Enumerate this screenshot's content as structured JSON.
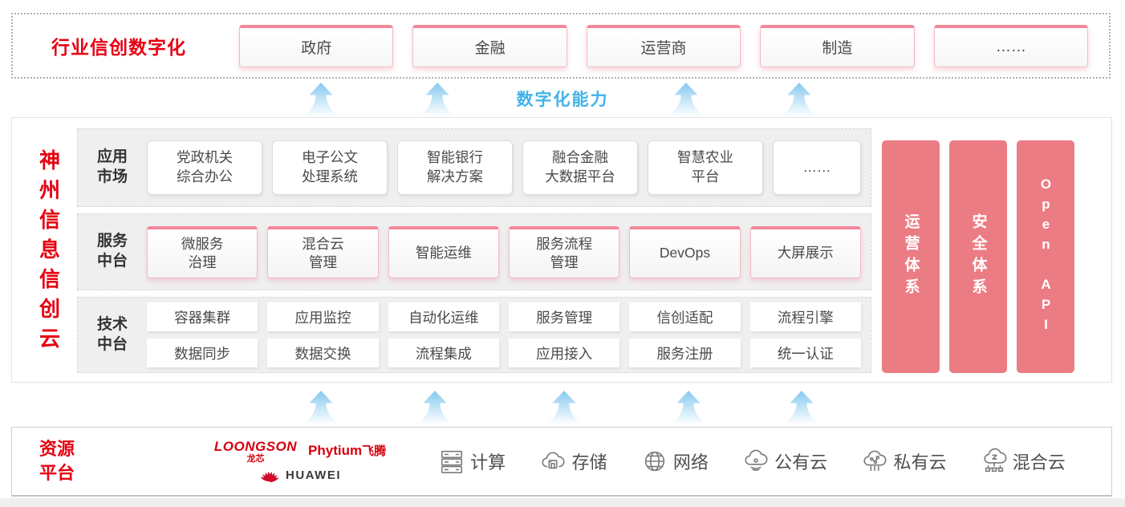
{
  "colors": {
    "accent_red": "#e60012",
    "bar_pink": "#ec7c84",
    "capability_blue": "#41b3e8",
    "pill_border_pink": "#f2889a"
  },
  "top_banner": {
    "title": "行业信创数字化",
    "items": [
      "政府",
      "金融",
      "运营商",
      "制造",
      "……"
    ]
  },
  "capability_label": "数字化能力",
  "platform": {
    "title_vertical": "神州信息信创云",
    "rows": [
      {
        "label": "应用\n市场",
        "items": [
          "党政机关\n综合办公",
          "电子公文\n处理系统",
          "智能银行\n解决方案",
          "融合金融\n大数据平台",
          "智慧农业\n平台",
          "……"
        ]
      },
      {
        "label": "服务\n中台",
        "items": [
          "微服务\n治理",
          "混合云\n管理",
          "智能运维",
          "服务流程\n管理",
          "DevOps",
          "大屏展示"
        ]
      },
      {
        "label": "技术\n中台",
        "items": [
          "容器集群",
          "应用监控",
          "自动化运维",
          "服务管理",
          "信创适配",
          "流程引擎",
          "数据同步",
          "数据交换",
          "流程集成",
          "应用接入",
          "服务注册",
          "统一认证"
        ]
      }
    ],
    "side_bars": [
      "运营体系",
      "安全体系",
      "Open API"
    ]
  },
  "resources": {
    "title": "资源\n平台",
    "vendors": {
      "loongson_en": "LOONGSON",
      "loongson_cn": "龙芯",
      "phytium_en": "Phytium",
      "phytium_cn": "飞腾",
      "huawei": "HUAWEI"
    },
    "items": [
      {
        "icon": "compute-icon",
        "label": "计算"
      },
      {
        "icon": "storage-icon",
        "label": "存储"
      },
      {
        "icon": "network-icon",
        "label": "网络"
      },
      {
        "icon": "public-cloud-icon",
        "label": "公有云"
      },
      {
        "icon": "private-cloud-icon",
        "label": "私有云"
      },
      {
        "icon": "hybrid-cloud-icon",
        "label": "混合云"
      }
    ]
  }
}
